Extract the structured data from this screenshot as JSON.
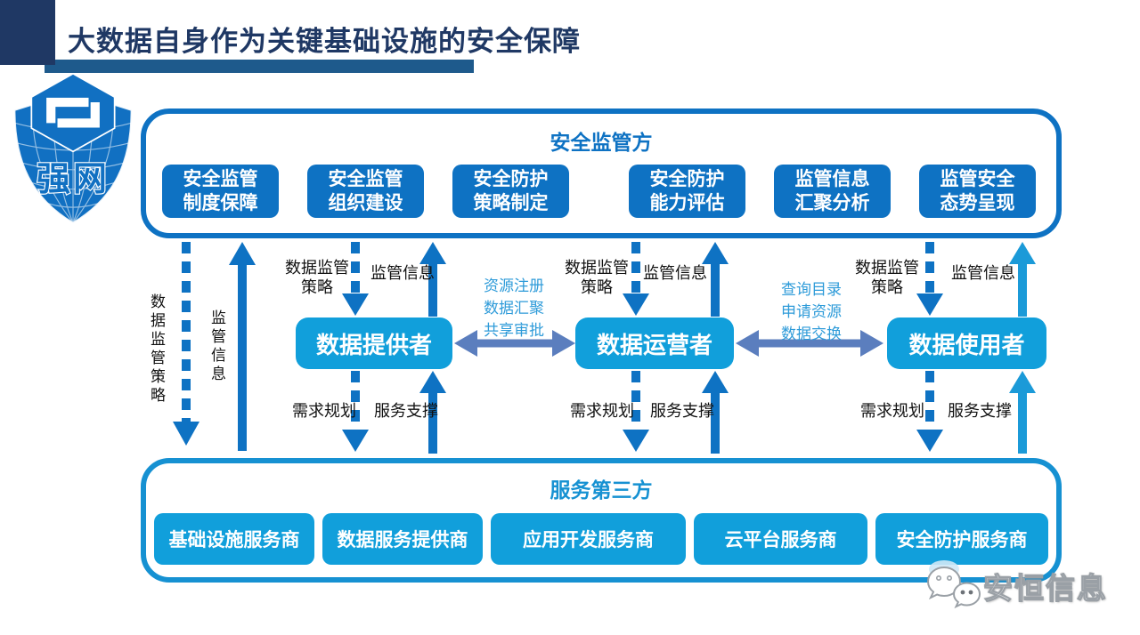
{
  "header": {
    "title": "大数据自身作为关键基础设施的安全保障"
  },
  "logo": {
    "text": "强网"
  },
  "panels": {
    "supervisor": {
      "title": "安全监管方",
      "boxes": [
        {
          "line1": "安全监管",
          "line2": "制度保障"
        },
        {
          "line1": "安全监管",
          "line2": "组织建设"
        },
        {
          "line1": "安全防护",
          "line2": "策略制定"
        },
        {
          "line1": "安全防护",
          "line2": "能力评估"
        },
        {
          "line1": "监管信息",
          "line2": "汇聚分析"
        },
        {
          "line1": "监管安全",
          "line2": "态势呈现"
        }
      ]
    },
    "service": {
      "title": "服务第三方",
      "boxes": [
        "基础设施服务商",
        "数据服务提供商",
        "应用开发服务商",
        "云平台服务商",
        "安全防护服务商"
      ]
    }
  },
  "actors": [
    "数据提供者",
    "数据运营者",
    "数据使用者"
  ],
  "links": [
    {
      "lines": [
        "资源注册",
        "数据汇聚",
        "共享审批"
      ]
    },
    {
      "lines": [
        "查询目录",
        "申请资源",
        "数据交换"
      ]
    }
  ],
  "flow_labels": {
    "policy_line1": "数据监管",
    "policy_line2": "策略",
    "info": "监管信息",
    "demand": "需求规划",
    "support": "服务支撑"
  },
  "side_flows": {
    "policy": "数据监管策略",
    "info": "监管信息"
  },
  "watermark": {
    "text": "安恒信息"
  },
  "colors": {
    "navy": "#1F3864",
    "underline_bar": "#1E5A8C",
    "primary_blue": "#0E72C3",
    "cyan_blue": "#119FDB",
    "service_border": "#1691D2",
    "slate_arrow": "#5B7EBE",
    "link_label_blue": "#2E9BD9",
    "cyan_arrow": "#1B9AD8"
  }
}
